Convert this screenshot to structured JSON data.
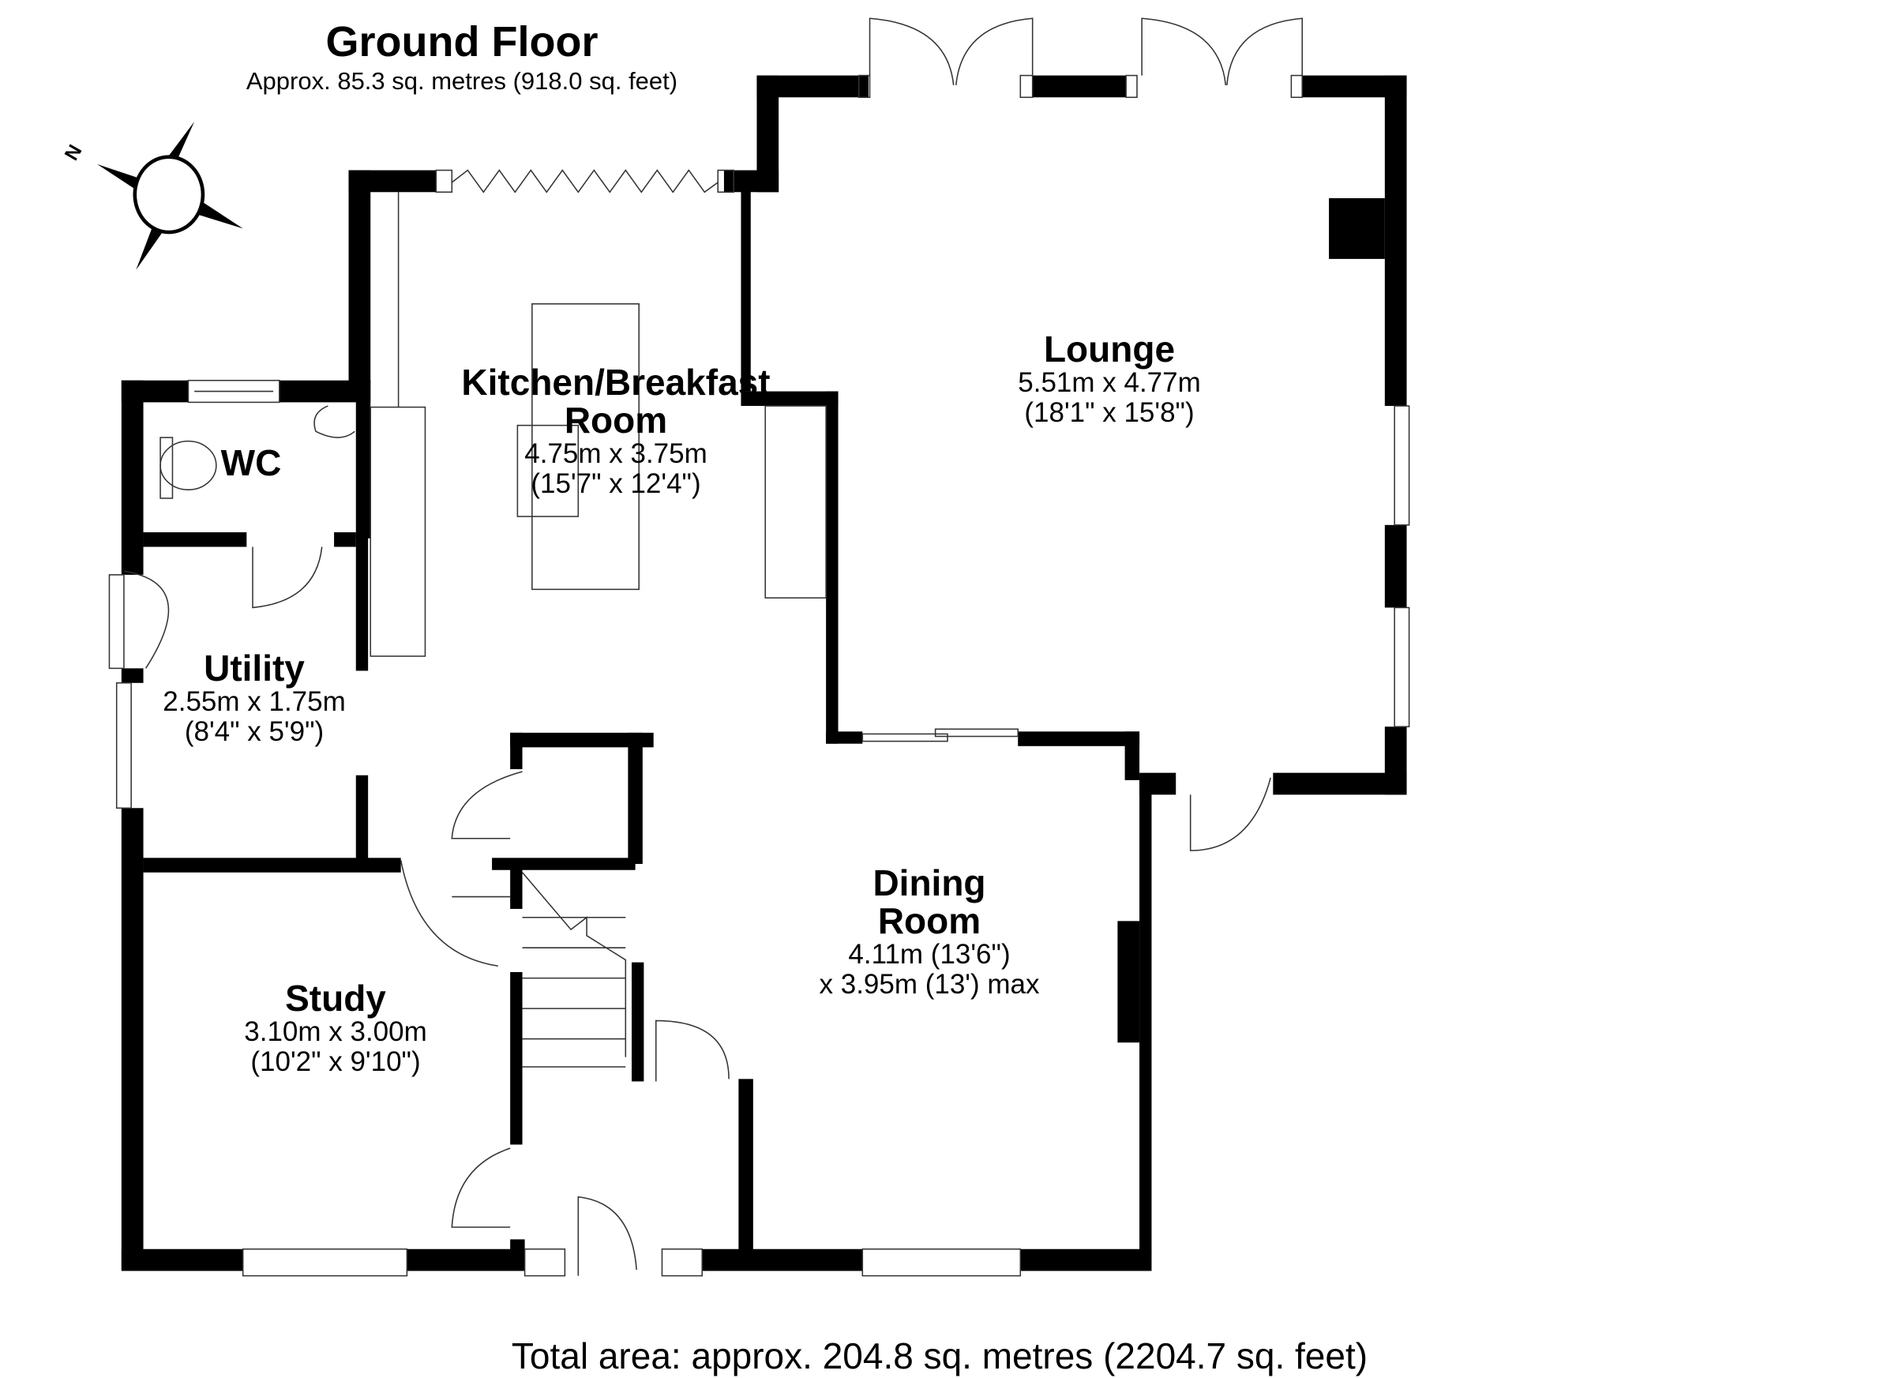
{
  "header": {
    "title": "Ground Floor",
    "area": "Approx. 85.3 sq. metres (918.0 sq. feet)"
  },
  "compass": {
    "label": "N"
  },
  "rooms": {
    "kitchen": {
      "name_line1": "Kitchen/Breakfast",
      "name_line2": "Room",
      "dim1": "4.75m x 3.75m",
      "dim2": "(15'7\" x 12'4\")"
    },
    "lounge": {
      "name": "Lounge",
      "dim1": "5.51m x 4.77m",
      "dim2": "(18'1\" x 15'8\")"
    },
    "wc": {
      "name": "WC"
    },
    "utility": {
      "name": "Utility",
      "dim1": "2.55m x 1.75m",
      "dim2": "(8'4\" x 5'9\")"
    },
    "dining": {
      "name_line1": "Dining",
      "name_line2": "Room",
      "dim1": "4.11m (13'6\")",
      "dim2": "x 3.95m (13') max"
    },
    "study": {
      "name": "Study",
      "dim1": "3.10m x 3.00m",
      "dim2": "(10'2\" x 9'10\")"
    }
  },
  "footer": {
    "total": "Total area: approx. 204.8 sq. metres (2204.7 sq. feet)"
  },
  "colors": {
    "wall": "#000000",
    "background": "#ffffff",
    "fixture_line": "#555555"
  }
}
